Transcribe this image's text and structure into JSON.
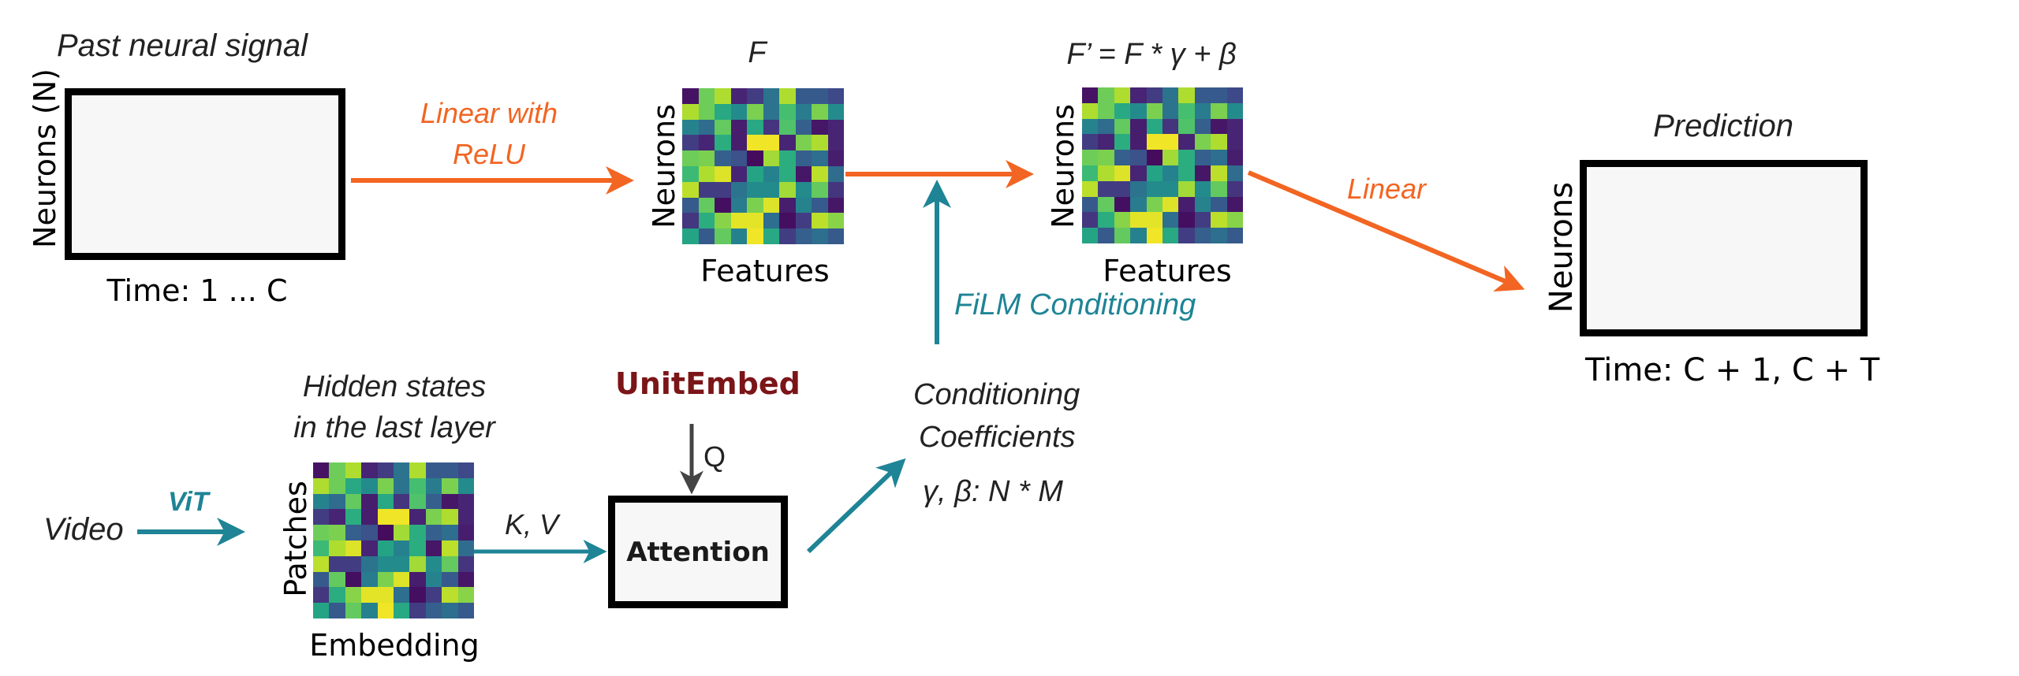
{
  "colors": {
    "orange": "#F26522",
    "teal": "#1E8496",
    "maroon": "#7B1518",
    "box_border": "#000000",
    "box_fill": "#F7F7F7",
    "q_arrow": "#444444"
  },
  "past_signal": {
    "title": "Past neural signal",
    "ylabel": "Neurons (N)",
    "xlabel": "Time: 1 ... C",
    "trace_colors": [
      "#2A8FA6",
      "#19A9C9",
      "#E8832A",
      "#B01E3A",
      "#0F4C75",
      "#2E8B3E",
      "#7FAE3A",
      "#A43AA8"
    ]
  },
  "arrow_linear_relu": {
    "line1": "Linear with",
    "line2": "ReLU"
  },
  "feature_map_f": {
    "title": "F",
    "ylabel": "Neurons",
    "xlabel": "Features"
  },
  "feature_map_f_prime": {
    "title": "F’ = F * γ + β",
    "ylabel": "Neurons",
    "xlabel": "Features"
  },
  "film": {
    "label": "FiLM Conditioning"
  },
  "arrow_linear": {
    "label": "Linear"
  },
  "prediction": {
    "title": "Prediction",
    "ylabel": "Neurons",
    "xlabel": "Time: C + 1, C + T",
    "trace_colors": [
      "#B89A9A",
      "#E0606A",
      "#F07A2A",
      "#8B1A1A",
      "#7A1515",
      "#8CC43A",
      "#E0CC20",
      "#8B3A8B"
    ]
  },
  "video": {
    "label": "Video",
    "arrow_label": "ViT"
  },
  "hidden_states": {
    "title_line1": "Hidden states",
    "title_line2": "in the last layer",
    "ylabel": "Patches",
    "xlabel": "Embedding"
  },
  "kv": {
    "label": "K, V"
  },
  "unit_embed": {
    "label": "UnitEmbed",
    "q_label": "Q"
  },
  "attention": {
    "label": "Attention"
  },
  "conditioning": {
    "line1": "Conditioning",
    "line2": "Coefficients",
    "line3": "γ, β: N * M"
  },
  "heatmap": {
    "rows": 10,
    "cols": 10,
    "colormap": "viridis",
    "values": [
      [
        0.05,
        0.78,
        0.88,
        0.1,
        0.18,
        0.38,
        0.88,
        0.28,
        0.28,
        0.22
      ],
      [
        0.88,
        0.78,
        0.6,
        0.48,
        0.8,
        0.38,
        0.7,
        0.42,
        0.8,
        0.48
      ],
      [
        0.45,
        0.35,
        0.76,
        0.08,
        0.6,
        0.15,
        0.72,
        0.3,
        0.06,
        0.1
      ],
      [
        0.18,
        0.1,
        0.62,
        0.08,
        0.98,
        0.98,
        0.1,
        0.8,
        0.88,
        0.1
      ],
      [
        0.78,
        0.8,
        0.3,
        0.25,
        0.03,
        0.86,
        0.62,
        0.3,
        0.36,
        0.08
      ],
      [
        0.68,
        0.88,
        0.95,
        0.1,
        0.58,
        0.44,
        0.62,
        0.06,
        0.9,
        0.35
      ],
      [
        0.9,
        0.18,
        0.18,
        0.38,
        0.48,
        0.48,
        0.86,
        0.48,
        0.76,
        0.15
      ],
      [
        0.28,
        0.76,
        0.04,
        0.42,
        0.8,
        0.95,
        0.08,
        0.45,
        0.28,
        0.06
      ],
      [
        0.16,
        0.62,
        0.82,
        0.96,
        0.96,
        0.36,
        0.04,
        0.18,
        0.9,
        0.82
      ],
      [
        0.58,
        0.28,
        0.76,
        0.44,
        0.98,
        0.6,
        0.18,
        0.3,
        0.36,
        0.28
      ]
    ]
  }
}
